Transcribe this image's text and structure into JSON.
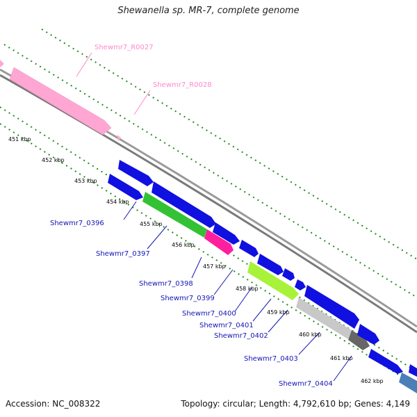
{
  "title": "Shewanella sp. MR-7, complete genome",
  "footer": {
    "accession": "Accession: NC_008322",
    "summary": "Topology: circular; Length: 4,792,610 bp; Genes: 4,149"
  },
  "kbp_ticks": [
    "451 kbp",
    "452 kbp",
    "453 kbp",
    "454 kbp",
    "455 kbp",
    "456 kbp",
    "457 kbp",
    "458 kbp",
    "459 kbp",
    "460 kbp",
    "461 kbp",
    "462 kbp"
  ],
  "rna_labels": [
    "Shewmr7_R0027",
    "Shewmr7_R0028"
  ],
  "gene_labels": [
    "Shewmr7_0396",
    "Shewmr7_0397",
    "Shewmr7_0398",
    "Shewmr7_0399",
    "Shewmr7_0400",
    "Shewmr7_0401",
    "Shewmr7_0402",
    "Shewmr7_0403",
    "Shewmr7_0404"
  ],
  "colors": {
    "backbone": "#8c8c8c",
    "tick_green": "#1f8a1f",
    "rna_pink": "#ffa6d2",
    "gene_blue": "#1010e0",
    "gene_green": "#33c233",
    "gene_magenta": "#ff1f9e",
    "gene_lime": "#a8f23a",
    "gene_silver": "#c8c8c8",
    "gene_dark": "#666666",
    "gene_steel": "#4a7fb8",
    "rna_label": "#ff88cc",
    "gene_label": "#1414b4"
  }
}
